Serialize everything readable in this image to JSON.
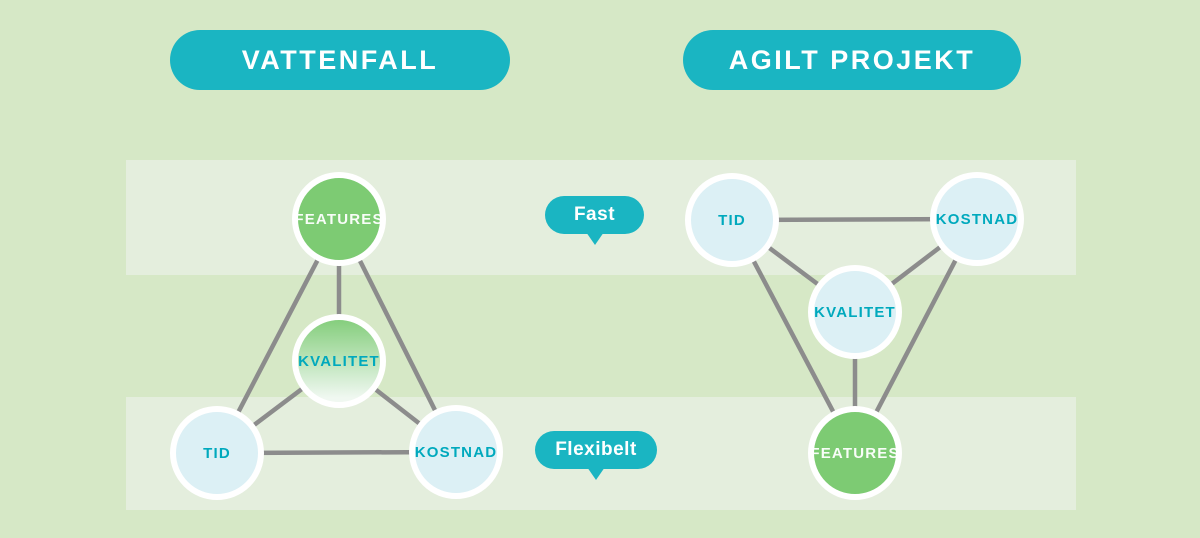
{
  "headers": {
    "left": "VATTENFALL",
    "right": "AGILT PROJEKT"
  },
  "callouts": {
    "fixed": "Fast",
    "flexible": "Flexibelt"
  },
  "waterfall": {
    "features": "FEATURES",
    "kvalitet": "KVALITET",
    "tid": "TID",
    "kostnad": "KOSTNAD"
  },
  "agile": {
    "tid": "TID",
    "kostnad": "KOSTNAD",
    "kvalitet": "KVALITET",
    "features": "FEATURES"
  },
  "colors": {
    "background": "#d6e8c6",
    "band": "#e4eedd",
    "teal": "#1ab5c2",
    "node_green": "#7dcb73",
    "node_blue": "#dcf0f5",
    "node_gradient_top": "#85ce7d",
    "node_gradient_bottom": "#f0f8f1",
    "edge_gray": "#8c8c8c",
    "node_label_teal": "#00a9bd",
    "label_white": "#ffffff"
  }
}
